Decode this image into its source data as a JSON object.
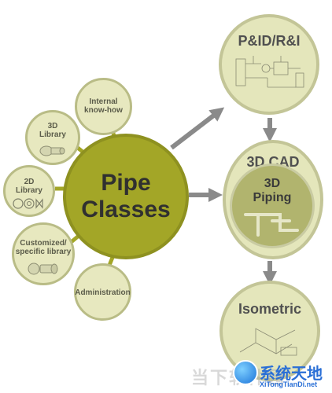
{
  "center": {
    "line1": "Pipe",
    "line2": "Classes"
  },
  "satellites": {
    "internal": {
      "line1": "Internal",
      "line2": "know-how"
    },
    "lib3d": {
      "line1": "3D",
      "line2": "Library"
    },
    "lib2d": {
      "line1": "2D",
      "line2": "Library"
    },
    "custom": {
      "line1": "Customized/",
      "line2": "specific library"
    },
    "admin": {
      "line1": "Administration"
    }
  },
  "outputs": {
    "pid": {
      "title": "P&ID/R&I"
    },
    "cad": {
      "title": "3D CAD",
      "inner_line1": "3D",
      "inner_line2": "Piping"
    },
    "iso": {
      "title": "Isometric"
    }
  },
  "watermark": {
    "ghost": "当下软件园",
    "brand": "系统天地",
    "url": "XiTongTianDi.net"
  },
  "colors": {
    "olive": "#a3a627",
    "pale": "#e4e6bb",
    "arrow": "#8a8a8a"
  }
}
